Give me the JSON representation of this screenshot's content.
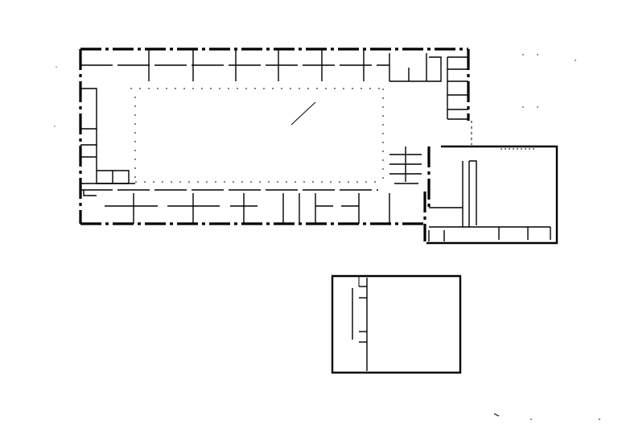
{
  "drawing": {
    "kind": "floor-plan",
    "background_color": "#ffffff",
    "line_color": "#000000",
    "blocks": [
      {
        "name": "main-block"
      },
      {
        "name": "east-annex"
      },
      {
        "name": "south-outbuilding"
      }
    ]
  }
}
